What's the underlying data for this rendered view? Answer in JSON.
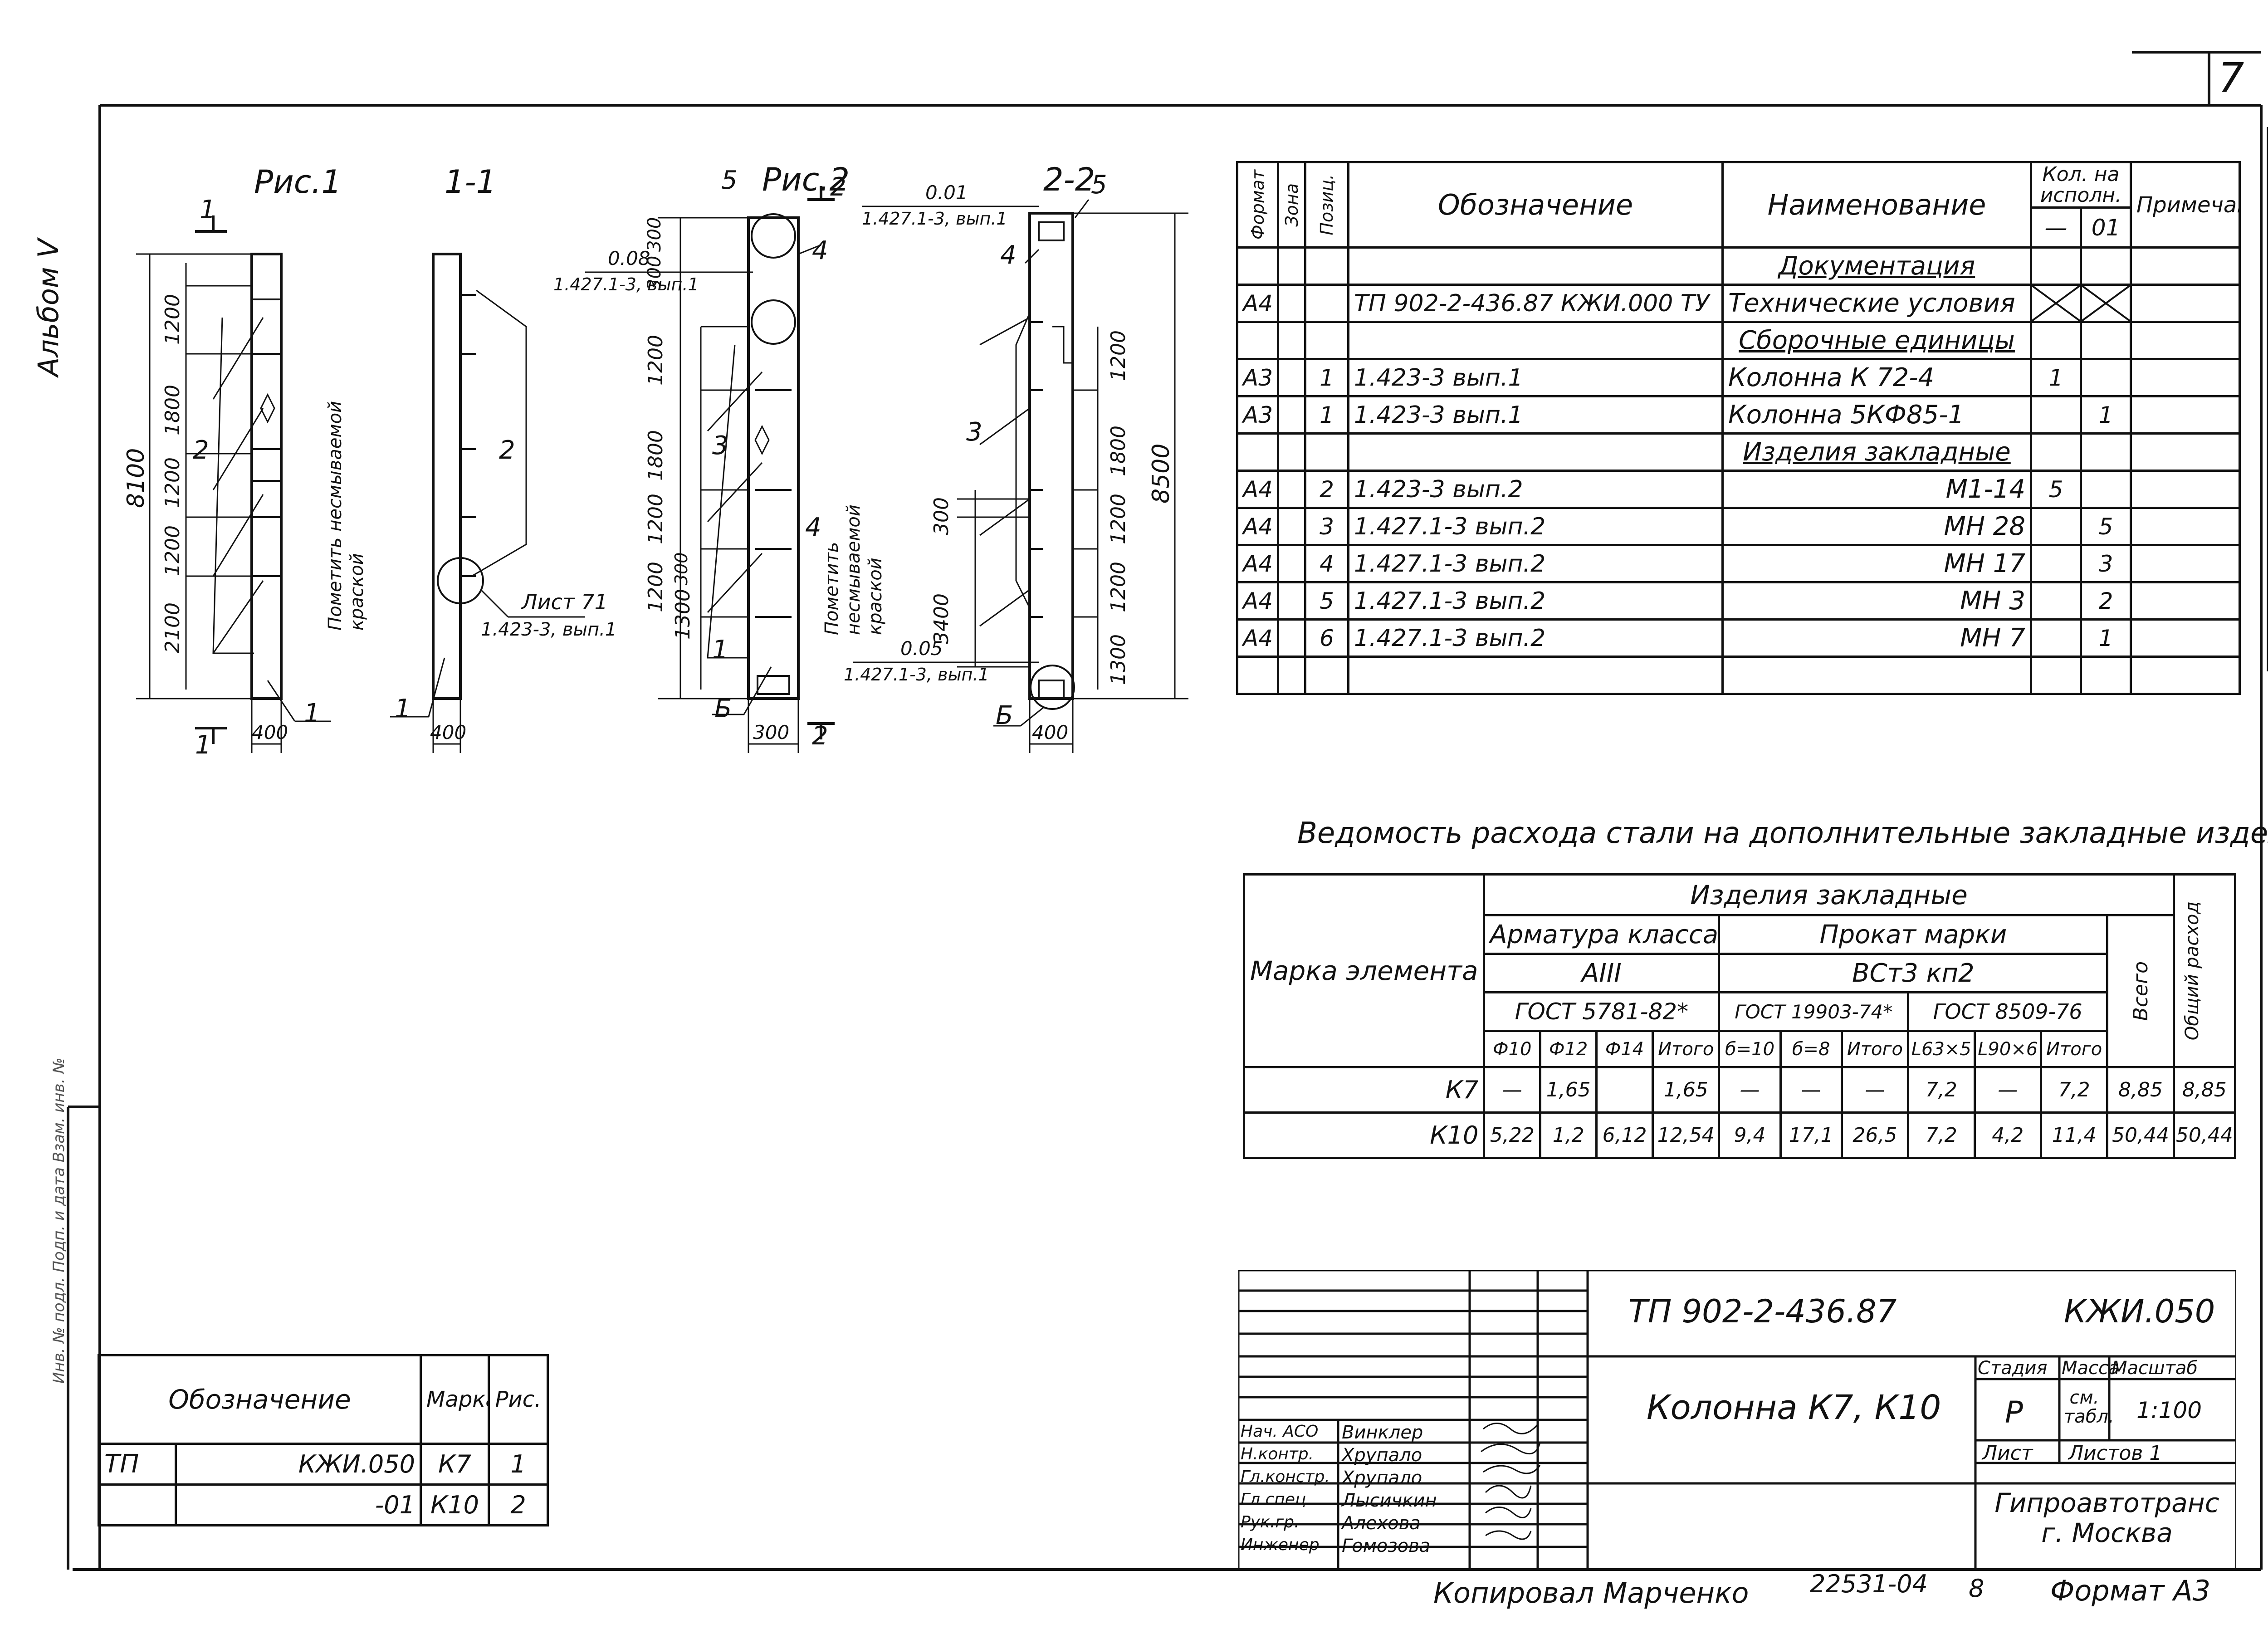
{
  "sheet": {
    "sheet_number": "7",
    "album": "Альбом V",
    "bottom_copy": "Копировал Марченко",
    "bottom_code": "22531-04",
    "bottom_num": "8",
    "bottom_format": "Формат А3",
    "side_stamp": "Инв. № подл.  Подп. и дата  Взам. инв. №"
  },
  "figures": {
    "fig1_title": "Рис.1",
    "fig1_section": "1-1",
    "fig2_title": "Рис.2",
    "fig2_section": "2-2",
    "sec_mark_1": "1",
    "sec_mark_2": "2",
    "dim_8100": "8100",
    "dim_8500": "8500",
    "dims_fig1": [
      "1200",
      "1800",
      "1200",
      "1200",
      "2100"
    ],
    "dims_fig2a": [
      "300",
      "300",
      "1200",
      "1800",
      "1200",
      "1200",
      "300",
      "1300"
    ],
    "dims_fig2b": [
      "300",
      "3400"
    ],
    "dims_fig2c": [
      "1200",
      "1800",
      "1200",
      "1200",
      "1300"
    ],
    "width_400": "400",
    "width_300": "300",
    "note_paint": "Пометить несмываемой краской",
    "note_paint_2": "Пометить несмываемой краской",
    "leader_sheet": "Лист 71",
    "leader_sheet_ref": "1.423-3, вып.1",
    "lev_008": "0.08",
    "lev_008_ref": "1.427.1-3, вып.1",
    "lev_001": "0.01",
    "lev_001_ref": "1.427.1-3, вып.1",
    "lev_005": "0.05",
    "lev_005_ref": "1.427.1-3, вып.1",
    "pos": [
      "1",
      "2",
      "3",
      "4",
      "5",
      "Б"
    ]
  },
  "spec": {
    "headers": {
      "format": "Формат",
      "zone": "Зона",
      "pos": "Позиц.",
      "designation": "Обозначение",
      "name": "Наименование",
      "qty": "Кол. на исполн.",
      "qty_dash": "—",
      "qty_01": "01",
      "note": "Примечание"
    },
    "rows": [
      {
        "format": "",
        "zone": "",
        "pos": "",
        "designation": "",
        "name": "Документация",
        "q1": "",
        "q2": "",
        "note": ""
      },
      {
        "format": "А4",
        "zone": "",
        "pos": "",
        "designation": "ТП 902-2-436.87 КЖИ.000 ТУ",
        "name": "Технические условия",
        "q1": "",
        "q2": "",
        "note": ""
      },
      {
        "format": "",
        "zone": "",
        "pos": "",
        "designation": "",
        "name": "Сборочные единицы",
        "q1": "",
        "q2": "",
        "note": ""
      },
      {
        "format": "А3",
        "zone": "",
        "pos": "1",
        "designation": "1.423-3   вып.1",
        "name": "Колонна  К 72-4",
        "q1": "1",
        "q2": "",
        "note": ""
      },
      {
        "format": "А3",
        "zone": "",
        "pos": "1",
        "designation": "1.423-3   вып.1",
        "name": "Колонна  5КФ85-1",
        "q1": "",
        "q2": "1",
        "note": ""
      },
      {
        "format": "",
        "zone": "",
        "pos": "",
        "designation": "",
        "name": "Изделия закладные",
        "q1": "",
        "q2": "",
        "note": ""
      },
      {
        "format": "А4",
        "zone": "",
        "pos": "2",
        "designation": "1.423-3        вып.2",
        "name": "М1-14",
        "q1": "5",
        "q2": "",
        "note": ""
      },
      {
        "format": "А4",
        "zone": "",
        "pos": "3",
        "designation": "1.427.1-3      вып.2",
        "name": "МН 28",
        "q1": "",
        "q2": "5",
        "note": ""
      },
      {
        "format": "А4",
        "zone": "",
        "pos": "4",
        "designation": "1.427.1-3      вып.2",
        "name": "МН 17",
        "q1": "",
        "q2": "3",
        "note": ""
      },
      {
        "format": "А4",
        "zone": "",
        "pos": "5",
        "designation": "1.427.1-3      вып.2",
        "name": "МН 3",
        "q1": "",
        "q2": "2",
        "note": ""
      },
      {
        "format": "А4",
        "zone": "",
        "pos": "6",
        "designation": "1.427.1-3      вып.2",
        "name": "МН 7",
        "q1": "",
        "q2": "1",
        "note": ""
      },
      {
        "format": "",
        "zone": "",
        "pos": "",
        "designation": "",
        "name": "",
        "q1": "",
        "q2": "",
        "note": ""
      }
    ]
  },
  "steel": {
    "title": "Ведомость расхода стали на дополнительные закладные изделия, кг",
    "h_mark": "Марка элемента",
    "h_items": "Изделия закладные",
    "h_rebar": "Арматура класса",
    "h_rebar_class": "АIII",
    "h_rebar_gost": "ГОСТ 5781-82*",
    "h_rolled": "Прокат марки",
    "h_rolled_grade": "ВСт3 кп2",
    "h_gost1": "ГОСТ 19903-74*",
    "h_gost2": "ГОСТ 8509-76",
    "h_total": "Всего",
    "h_overall": "Общий расход",
    "sub": [
      "Ф10",
      "Ф12",
      "Ф14",
      "Итого",
      "б=10",
      "б=8",
      "Итого",
      "L63×5",
      "L90×6",
      "Итого"
    ],
    "rows": [
      {
        "mark": "К7",
        "vals": [
          "—",
          "1,65",
          "",
          "1,65",
          "—",
          "—",
          "—",
          "7,2",
          "—",
          "7,2"
        ],
        "total": "8,85",
        "overall": "8,85"
      },
      {
        "mark": "К10",
        "vals": [
          "5,22",
          "1,2",
          "6,12",
          "12,54",
          "9,4",
          "17,1",
          "26,5",
          "7,2",
          "4,2",
          "11,4"
        ],
        "total": "50,44",
        "overall": "50,44"
      }
    ]
  },
  "variants": {
    "h_designation": "Обозначение",
    "h_mark": "Марка",
    "h_fig": "Рис.",
    "rows": [
      {
        "d1": "ТП",
        "d2": "КЖИ.050",
        "mark": "К7",
        "fig": "1"
      },
      {
        "d1": "",
        "d2": "-01",
        "mark": "К10",
        "fig": "2"
      }
    ]
  },
  "title_block": {
    "code": "ТП 902-2-436.87",
    "doc": "КЖИ.050",
    "name": "Колонна К7, К10",
    "stage_h": "Стадия",
    "mass_h": "Масса",
    "scale_h": "Масштаб",
    "stage": "Р",
    "mass": "см. табл.",
    "scale": "1:100",
    "sheet_h": "Лист",
    "sheets_h": "Листов 1",
    "org": "Гипроавтотранс г. Москва",
    "people": [
      {
        "role": "Нач. АСО",
        "name": "Винклер"
      },
      {
        "role": "Н.контр.",
        "name": "Хрупало"
      },
      {
        "role": "Гл.констр.",
        "name": "Хрупало"
      },
      {
        "role": "Гл.спец.",
        "name": "Лысичкин"
      },
      {
        "role": "Рук.гр.",
        "name": "Алехова"
      },
      {
        "role": "Инженер",
        "name": "Гомозова"
      }
    ]
  }
}
